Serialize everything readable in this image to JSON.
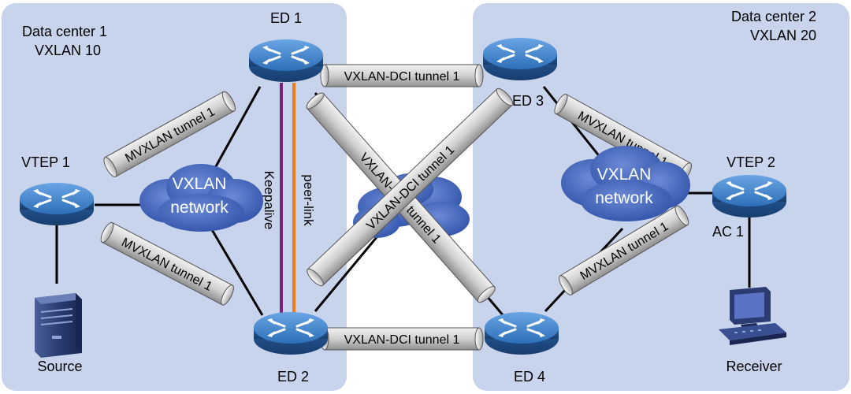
{
  "datacenters": {
    "dc1": {
      "name": "Data center 1",
      "vxlan": "VXLAN 10"
    },
    "dc2": {
      "name": "Data center 2",
      "vxlan": "VXLAN 20"
    }
  },
  "devices": {
    "ed1": "ED 1",
    "ed2": "ED 2",
    "ed3": "ED 3",
    "ed4": "ED 4",
    "vtep1": "VTEP 1",
    "vtep2": "VTEP 2",
    "source": "Source",
    "receiver": "Receiver",
    "ac1": "AC 1"
  },
  "clouds": {
    "left_line1": "VXLAN",
    "left_line2": "network",
    "right_line1": "VXLAN",
    "right_line2": "network"
  },
  "links": {
    "keepalive": "Keepalive",
    "peer_link": "peer-link"
  },
  "tunnels": {
    "dci": "VXLAN-DCI tunnel 1",
    "mvxlan": "MVXLAN tunnel 1"
  },
  "colors": {
    "panel": "#c8d4ec",
    "keepalive": "#7a1f7a",
    "peer_link": "#f07b1a",
    "cloud": "#3d5fb8",
    "device": "#3d78c6"
  }
}
